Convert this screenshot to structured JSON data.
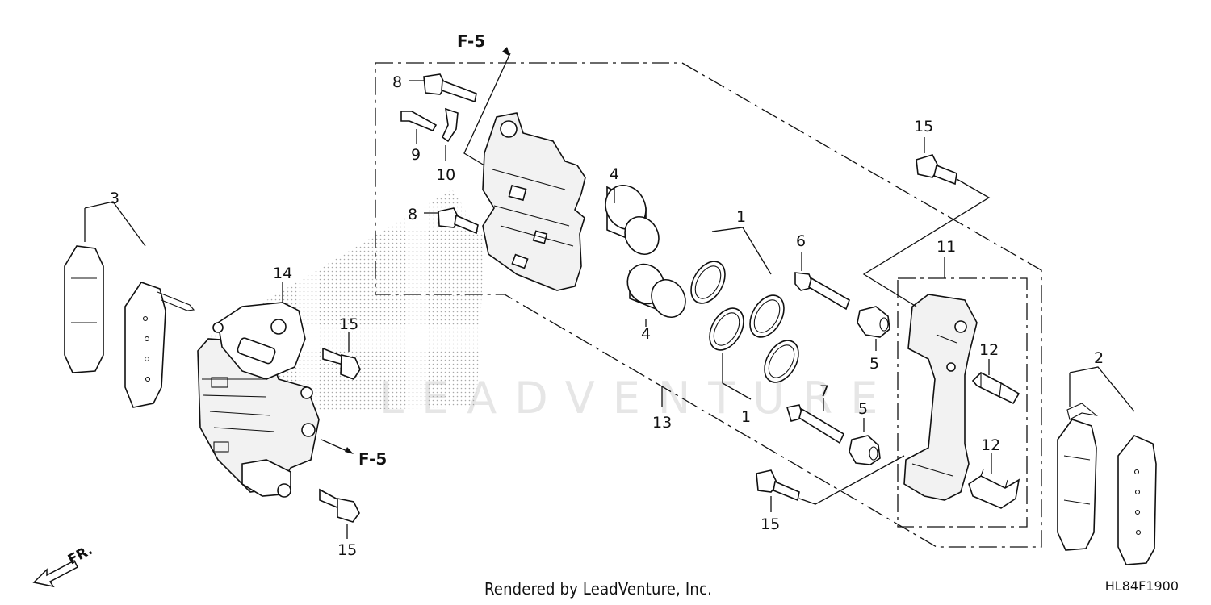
{
  "watermark": "LEADVENTURE",
  "credit": "Rendered by LeadVenture, Inc.",
  "diagram_code": "HL84F1900",
  "direction_label": "FR.",
  "ref_label_top": "F-5",
  "ref_label_left": "F-5",
  "callouts": {
    "c1_top": "1",
    "c1_bottom": "1",
    "c2": "2",
    "c3": "3",
    "c4_top": "4",
    "c4_bottom": "4",
    "c5_top": "5",
    "c5_bottom": "5",
    "c6": "6",
    "c7": "7",
    "c8_top": "8",
    "c8_bottom": "8",
    "c9": "9",
    "c10": "10",
    "c11": "11",
    "c12_top": "12",
    "c12_bottom": "12",
    "c13": "13",
    "c14": "14",
    "c15_left_top": "15",
    "c15_left_bottom": "15",
    "c15_right_top": "15",
    "c15_right_bottom": "15"
  }
}
